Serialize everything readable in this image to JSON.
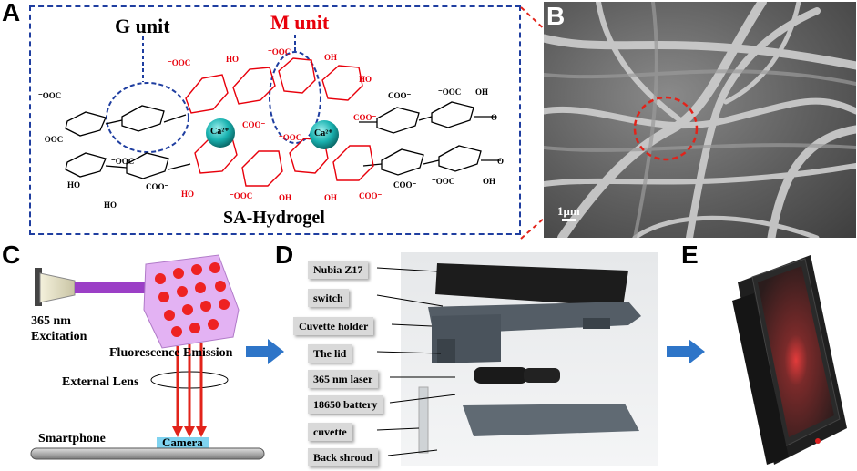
{
  "panels": {
    "a": {
      "letter": "A",
      "g_unit": "G unit",
      "m_unit": "M unit",
      "title": "SA-Hydrogel",
      "ion": "Ca²⁺"
    },
    "b": {
      "letter": "B",
      "scale": "1μm"
    },
    "c": {
      "letter": "C",
      "excitation_line1": "365 nm",
      "excitation_line2": "Excitation",
      "emission": "Fluorescence Emission",
      "lens": "External Lens",
      "smartphone": "Smartphone",
      "camera": "Camera"
    },
    "d": {
      "letter": "D",
      "labels": [
        "Nubia Z17",
        "switch",
        "Cuvette holder",
        "The lid",
        "365 nm laser",
        "18650 battery",
        "cuvette",
        "Back shroud"
      ]
    },
    "e": {
      "letter": "E"
    }
  },
  "colors": {
    "m_unit": "#e8000b",
    "dashed": "#1f3ea0",
    "red_line": "#e2231a",
    "arrow": "#2e75c8",
    "beam": "#9b3fc6",
    "camera": "#7fd3f0"
  }
}
